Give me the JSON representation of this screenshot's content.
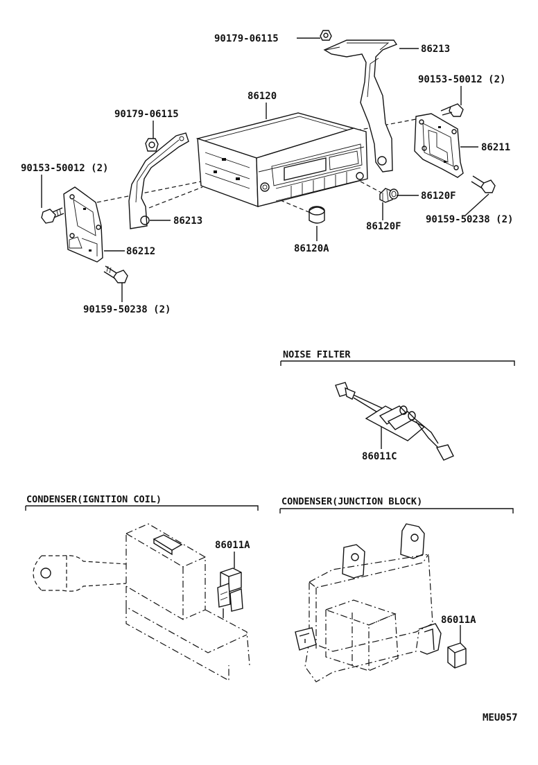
{
  "labels": {
    "clip_top": "90179-06115",
    "bracket_top_right": "86213",
    "screw_right_top": "90153-50012 (2)",
    "radio": "86120",
    "clip_left": "90179-06115",
    "bracket_right": "86211",
    "screw_left_top": "90153-50012 (2)",
    "knob_right": "86120F",
    "screw_right_bottom": "90159-50238 (2)",
    "bracket_left_stay": "86213",
    "knob_center": "86120F",
    "bracket_left": "86212",
    "knob_large": "86120A",
    "screw_left_bottom": "90159-50238 (2)",
    "noise_filter_part": "86011C",
    "condenser_ign_part": "86011A",
    "condenser_jb_part": "86011A",
    "figure_code": "MEU057"
  },
  "sections": {
    "noise_filter": "NOISE FILTER",
    "condenser_ignition": "CONDENSER(IGNITION COIL)",
    "condenser_junction": "CONDENSER(JUNCTION BLOCK)"
  }
}
